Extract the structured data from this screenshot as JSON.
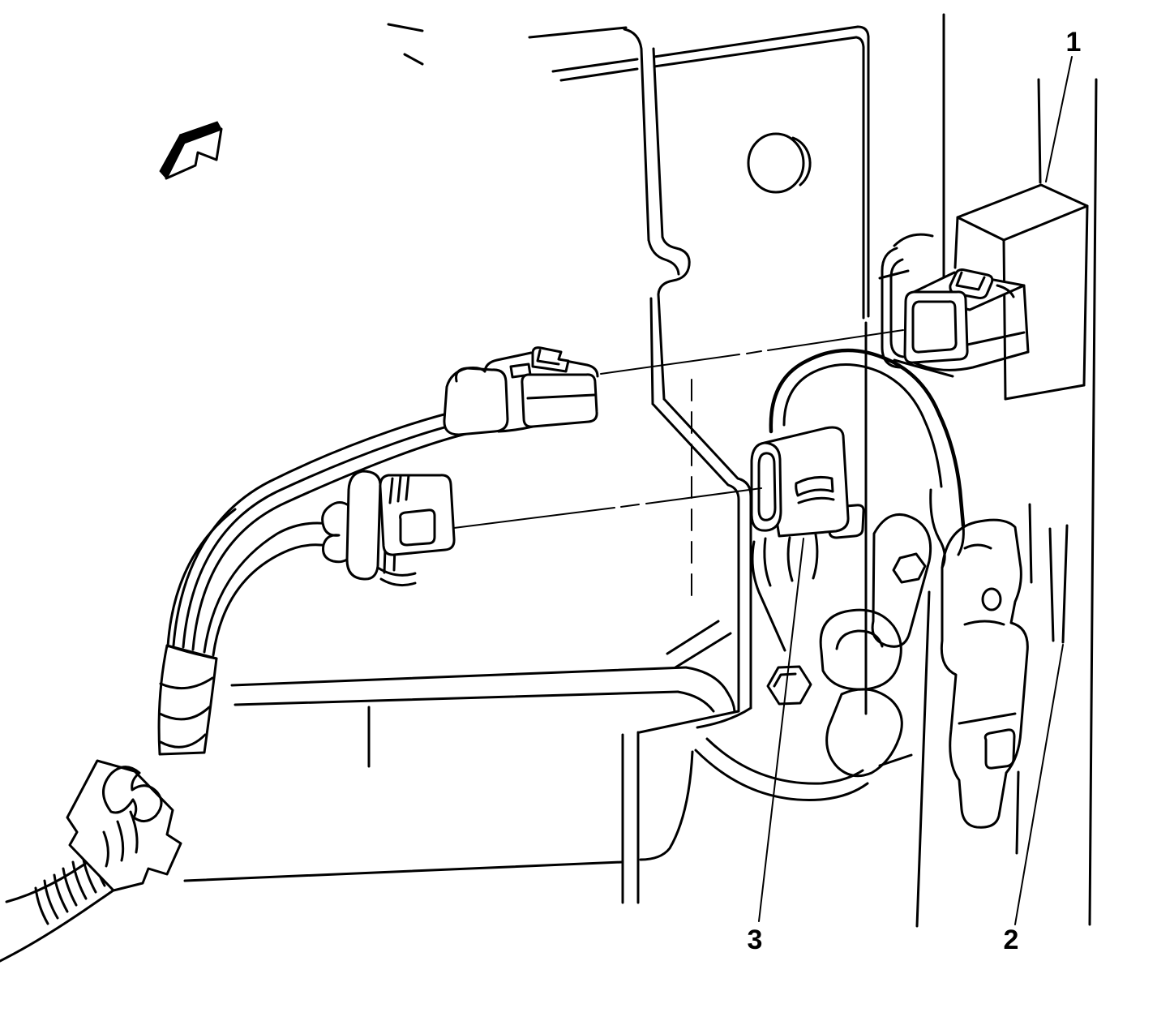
{
  "figure": {
    "background_color": "#ffffff",
    "line_color": "#000000",
    "callouts": [
      {
        "label": "1",
        "points_to": "latch-connector-bracket"
      },
      {
        "label": "2",
        "points_to": "door-lock-rod"
      },
      {
        "label": "3",
        "points_to": "latch-oval-connector-port"
      }
    ],
    "icons": {
      "direction_arrow": "view-direction-arrow"
    }
  }
}
